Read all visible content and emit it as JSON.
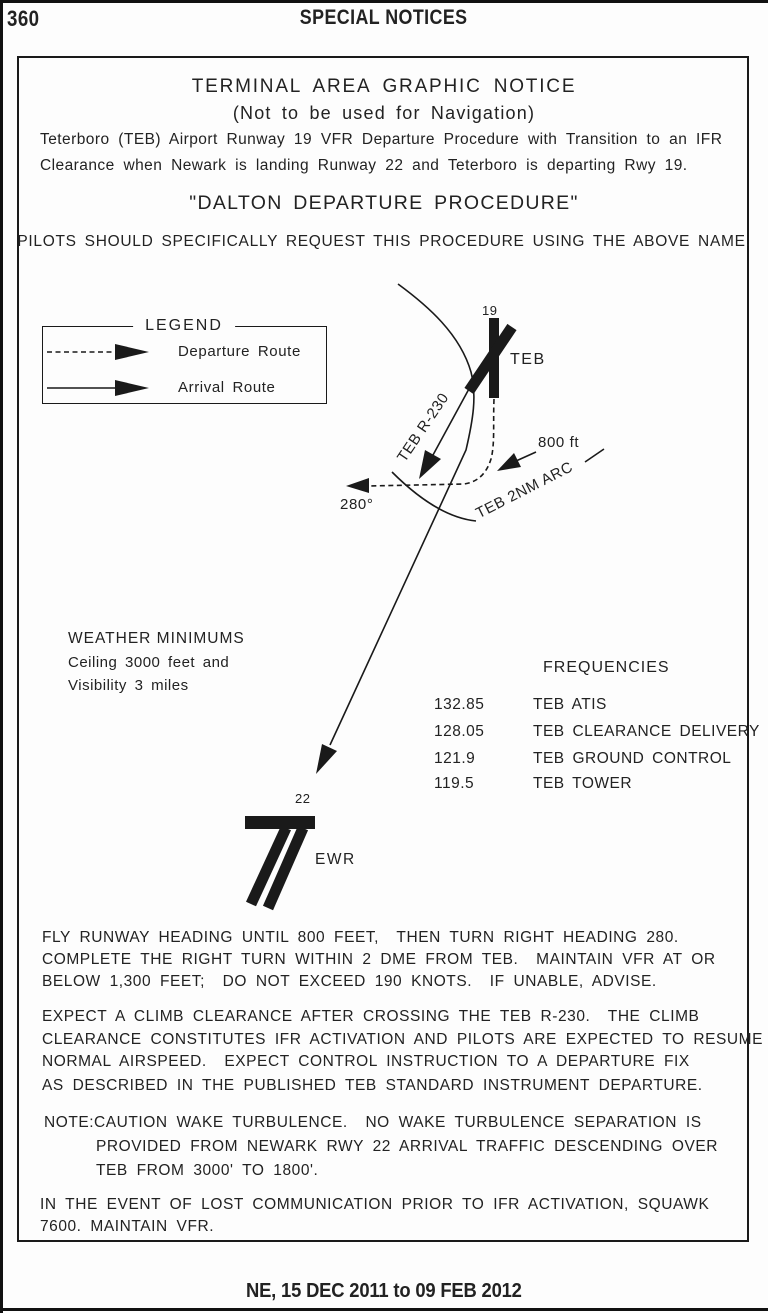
{
  "page": {
    "number": "360",
    "header_title": "SPECIAL NOTICES",
    "footer": "NE, 15 DEC 2011 to 09 FEB 2012"
  },
  "notice": {
    "title": "TERMINAL AREA GRAPHIC NOTICE",
    "subtitle": "(Not to be used for Navigation)",
    "description_line1": "Teterboro (TEB) Airport Runway 19 VFR Departure Procedure with Transition to an IFR",
    "description_line2": "Clearance when Newark is landing Runway 22 and Teterboro is departing Rwy 19.",
    "procedure_name": "\"DALTON DEPARTURE PROCEDURE\"",
    "request_instruction": "PILOTS SHOULD SPECIFICALLY REQUEST THIS PROCEDURE USING THE ABOVE NAME."
  },
  "legend": {
    "title": "LEGEND",
    "items": [
      {
        "label": "Departure Route",
        "line_style": "dashed-arrow"
      },
      {
        "label": "Arrival Route",
        "line_style": "solid-arrow"
      }
    ]
  },
  "diagram": {
    "labels": {
      "teb_runway_number": "19",
      "teb_airport": "TEB",
      "teb_radial": "TEB R-230",
      "turn_altitude": "800 ft",
      "turn_heading": "280°",
      "arc": "TEB 2NM ARC",
      "ewr_runway_number": "22",
      "ewr_airport": "EWR"
    }
  },
  "weather_minimums": {
    "title": "WEATHER MINIMUMS",
    "lines": [
      "Ceiling 3000 feet and",
      "Visibility 3 miles"
    ]
  },
  "frequencies": {
    "title": "FREQUENCIES",
    "items": [
      {
        "freq": "132.85",
        "name": "TEB ATIS"
      },
      {
        "freq": "128.05",
        "name": "TEB CLEARANCE DELIVERY"
      },
      {
        "freq": "121.9",
        "name": "TEB GROUND CONTROL"
      },
      {
        "freq": "119.5",
        "name": "TEB TOWER"
      }
    ]
  },
  "instructions": {
    "para1_lines": [
      "FLY RUNWAY HEADING UNTIL 800 FEET,  THEN TURN RIGHT HEADING 280.",
      "COMPLETE THE RIGHT TURN WITHIN 2 DME FROM TEB.  MAINTAIN VFR AT OR",
      "BELOW 1,300 FEET;  DO NOT EXCEED 190 KNOTS.  IF UNABLE, ADVISE."
    ],
    "para2_lines": [
      "EXPECT A CLIMB CLEARANCE AFTER CROSSING THE TEB R-230.  THE CLIMB",
      "CLEARANCE CONSTITUTES IFR ACTIVATION AND PILOTS ARE EXPECTED TO RESUME",
      "NORMAL AIRSPEED.  EXPECT CONTROL INSTRUCTION TO A DEPARTURE FIX",
      "AS DESCRIBED IN THE PUBLISHED TEB STANDARD INSTRUMENT DEPARTURE."
    ],
    "note_label": "NOTE:",
    "note_lines": [
      "CAUTION WAKE TURBULENCE.  NO WAKE TURBULENCE SEPARATION IS",
      "PROVIDED FROM NEWARK RWY 22 ARRIVAL TRAFFIC DESCENDING OVER",
      "TEB FROM 3000' TO 1800'."
    ],
    "para4_lines": [
      "IN THE EVENT OF LOST COMMUNICATION PRIOR TO IFR ACTIVATION, SQUAWK",
      "7600. MAINTAIN VFR."
    ]
  }
}
